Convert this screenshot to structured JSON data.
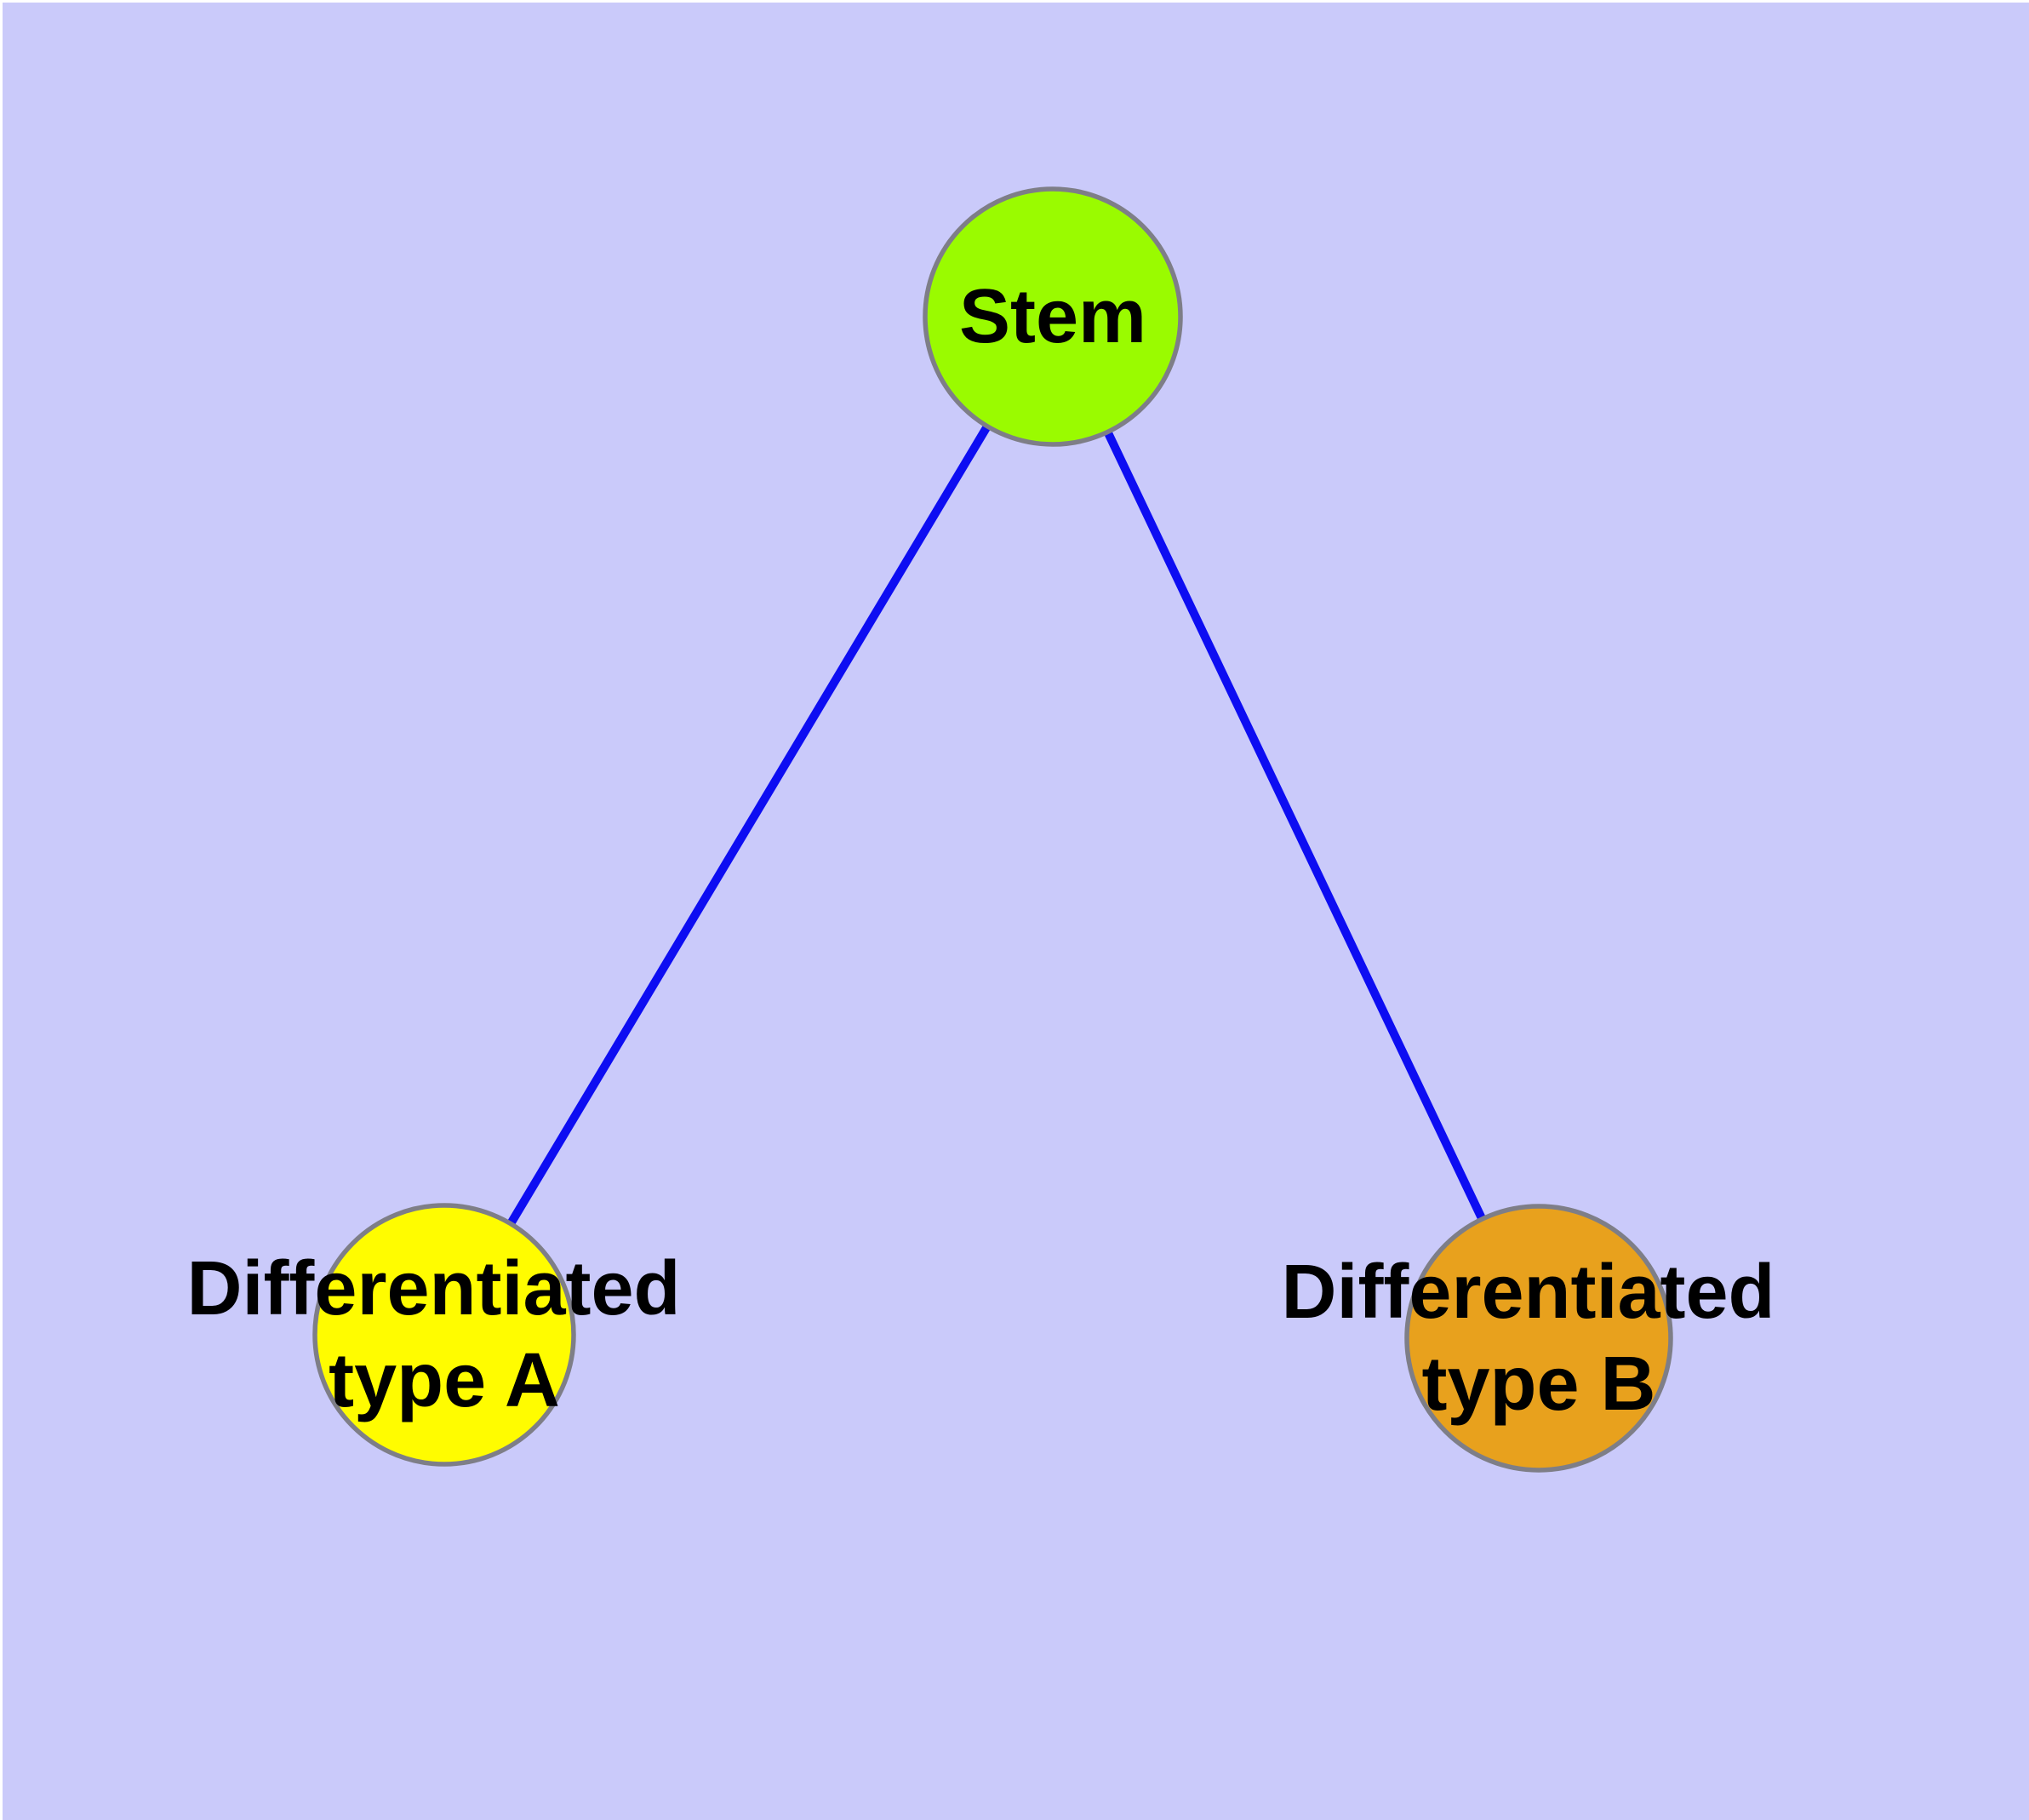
{
  "diagram": {
    "title_semantic": "stem-cell-differentiation-graph",
    "background_color": "#CACAFA",
    "edge_color": "#0D0DF2",
    "node_border_color": "#7E7E87",
    "label_color": "#000000",
    "nodes": [
      {
        "id": "stem",
        "label": "Stem",
        "fill": "#9AFB00"
      },
      {
        "id": "differentiated-type-a",
        "label_line1": "Differentiated",
        "label_line2": "type A",
        "fill": "#FFFC00"
      },
      {
        "id": "differentiated-type-b",
        "label_line1": "Differentiated",
        "label_line2": "type B",
        "fill": "#E8A11D"
      }
    ],
    "edges": [
      {
        "from": "stem",
        "to": "differentiated-type-a"
      },
      {
        "from": "stem",
        "to": "differentiated-type-b"
      }
    ]
  }
}
